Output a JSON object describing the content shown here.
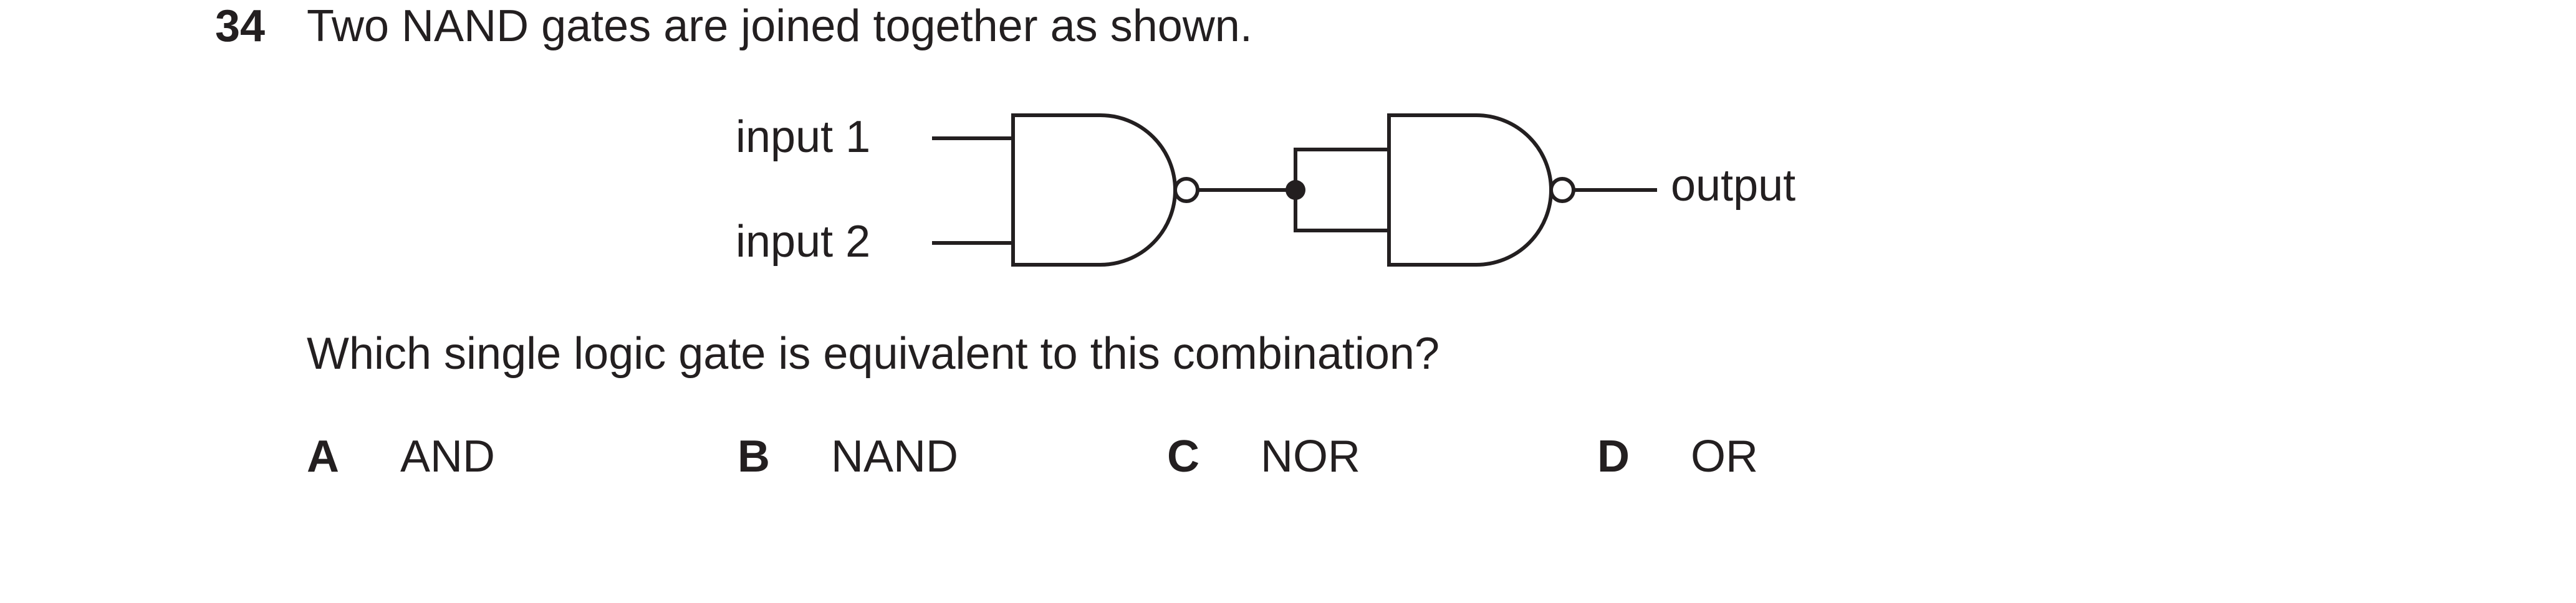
{
  "question": {
    "number": "34",
    "stem": "Two NAND gates are joined together as shown.",
    "prompt": "Which single logic gate is equivalent to this combination?"
  },
  "diagram": {
    "input1_label": "input 1",
    "input2_label": "input 2",
    "output_label": "output"
  },
  "options": [
    {
      "letter": "A",
      "text": "AND"
    },
    {
      "letter": "B",
      "text": "NAND"
    },
    {
      "letter": "C",
      "text": "NOR"
    },
    {
      "letter": "D",
      "text": "OR"
    }
  ]
}
